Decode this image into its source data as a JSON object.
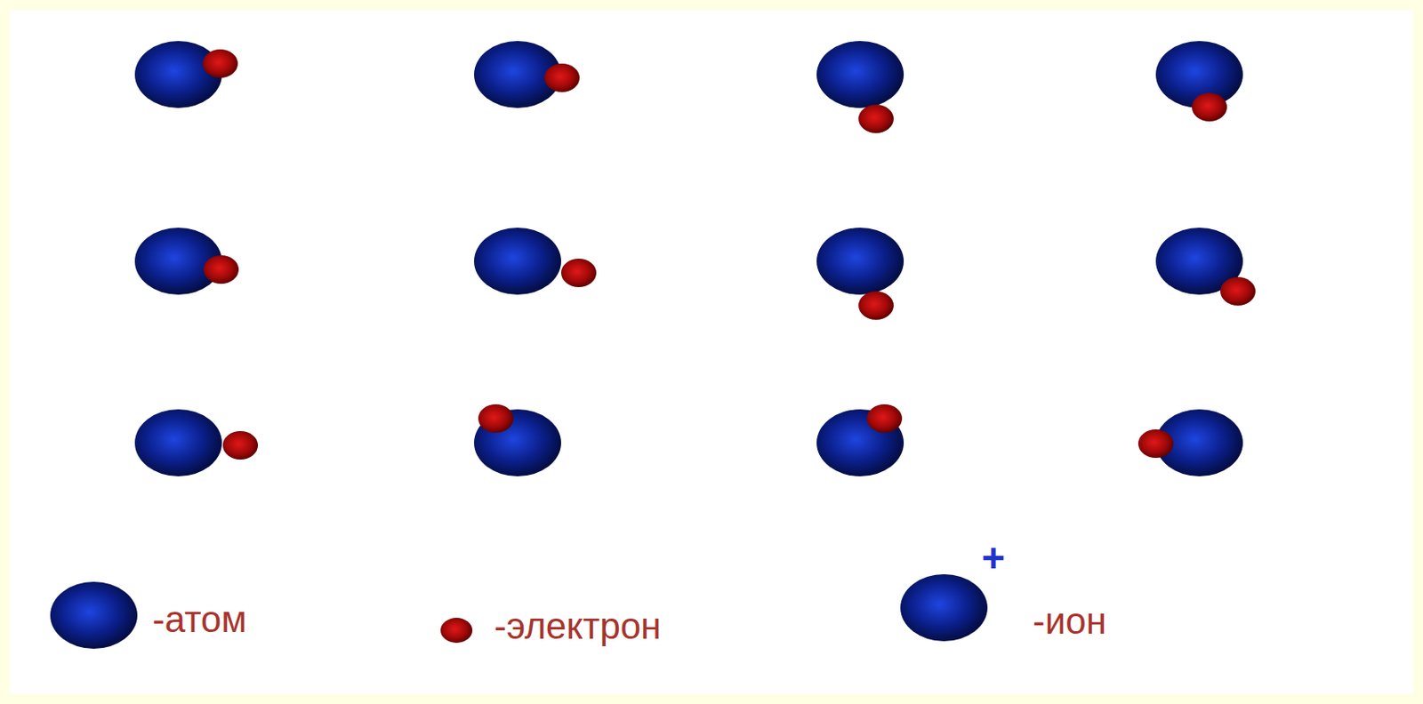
{
  "diagram": {
    "labels": [
      "+"
    ],
    "legend": [
      {
        "text": "-атом"
      },
      {
        "text": "-электрон"
      },
      {
        "text": "-ион"
      }
    ]
  }
}
